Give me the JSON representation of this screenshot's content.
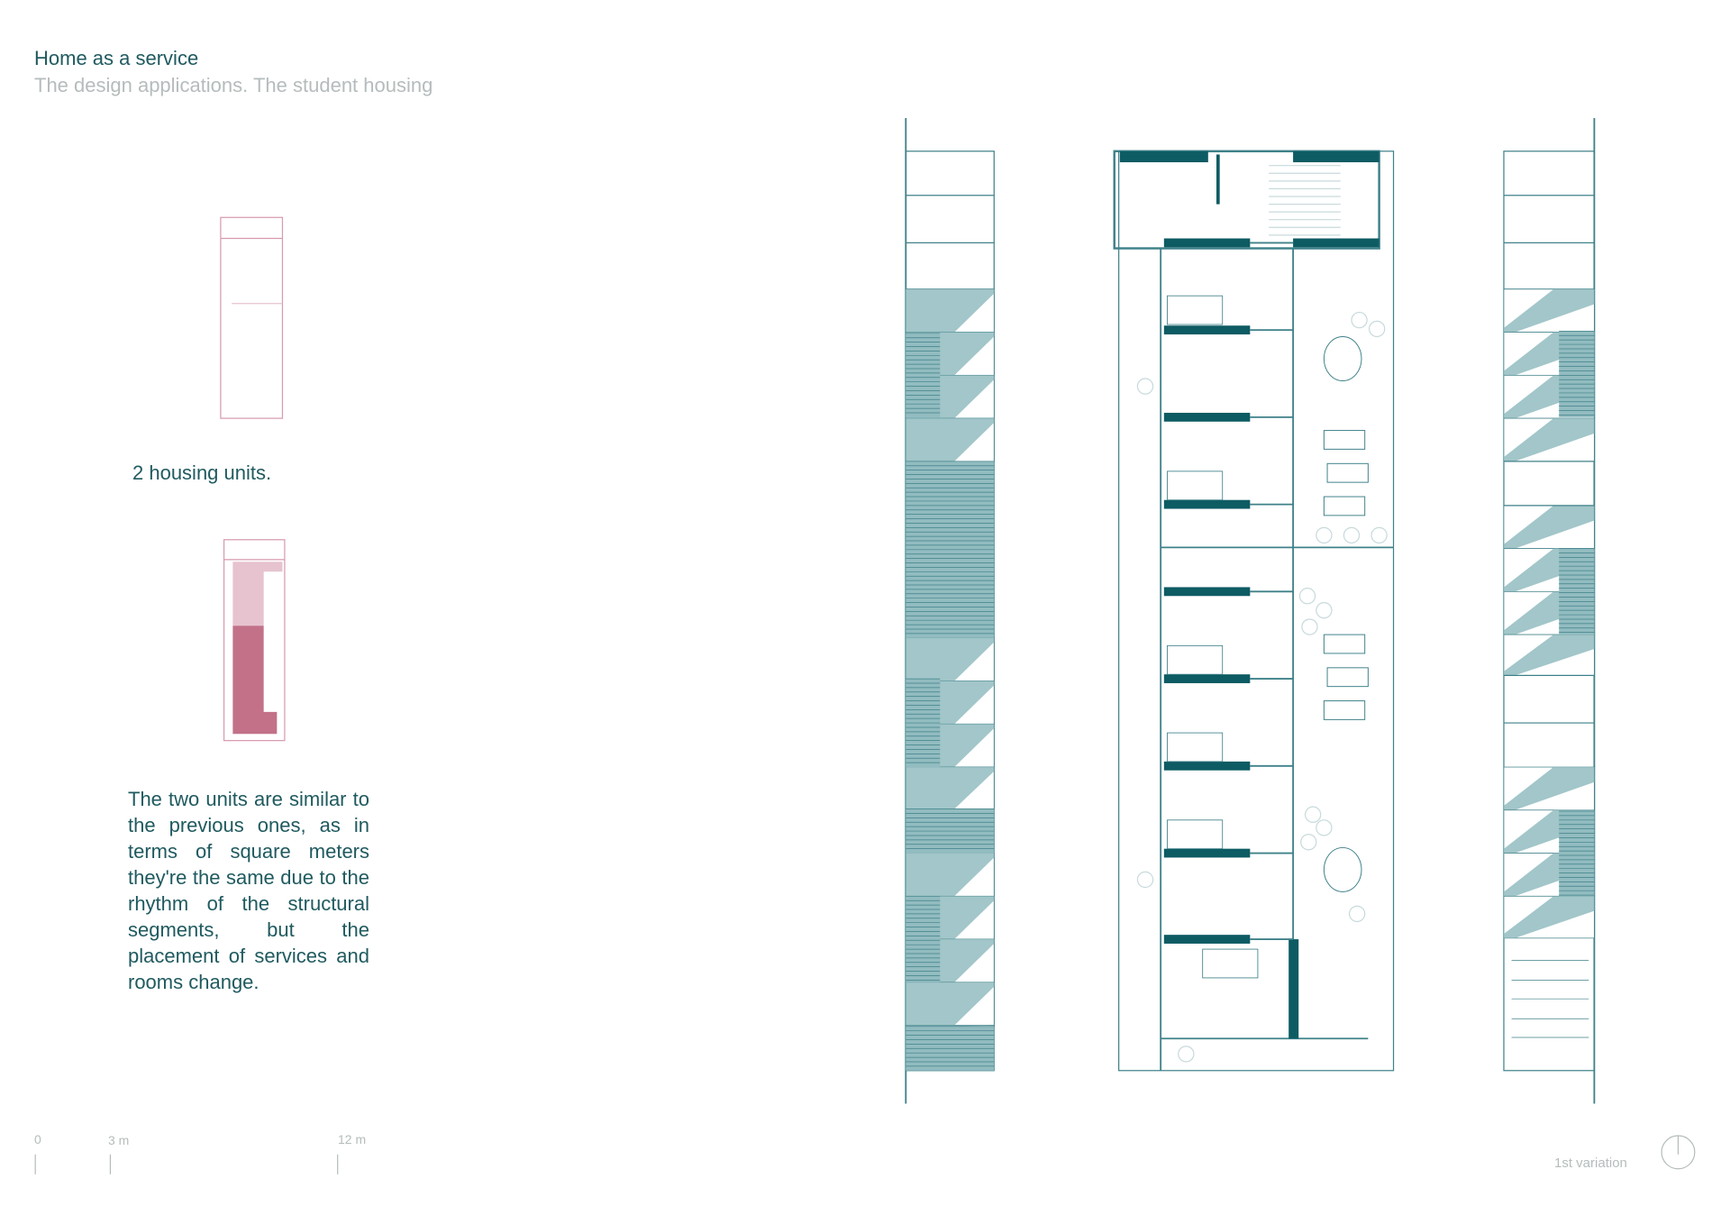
{
  "header": {
    "title": "Home as a service",
    "subtitle": "The design applications. The student housing"
  },
  "left_panel": {
    "units_caption": "2 housing units.",
    "description": "The two units are similar to the previous ones, as in terms of square meters they're the same due to the rhythm of the structural segments, but the placement of services and rooms change."
  },
  "scale_bar": {
    "labels": [
      "0",
      "3 m",
      "12 m"
    ]
  },
  "footer": {
    "variation_label": "1st variation",
    "north_icon": "compass-north-icon"
  },
  "colors": {
    "teal_dark": "#0d5b63",
    "teal_line": "#3f8189",
    "teal_fill": "#92bcc0",
    "pink_light": "#e6c3cf",
    "pink_dark": "#c27189",
    "pink_line": "#d79aae"
  }
}
